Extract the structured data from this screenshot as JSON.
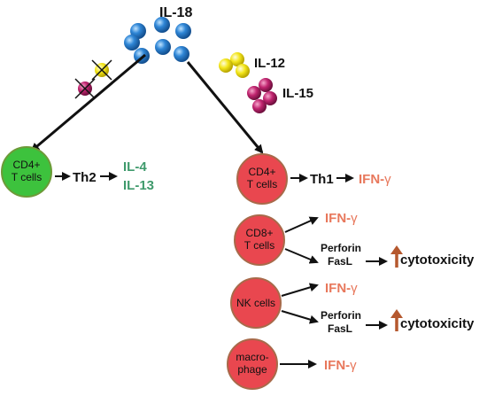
{
  "cytokines": {
    "il18": "IL-18",
    "il12": "IL-12",
    "il15": "IL-15"
  },
  "left_branch": {
    "cell_line1": "CD4+",
    "cell_line2": "T cells",
    "th2": "Th2",
    "out1": "IL-4",
    "out2": "IL-13"
  },
  "right_branch": {
    "cd4": {
      "line1": "CD4+",
      "line2": "T cells",
      "th1": "Th1",
      "ifn_prefix": "IFN-",
      "ifn_suffix": "γ"
    },
    "cd8": {
      "line1": "CD8+",
      "line2": "T cells",
      "ifn_prefix": "IFN-",
      "ifn_suffix": "γ",
      "perforin": "Perforin",
      "fasl": "FasL",
      "cyto": "cytotoxicity"
    },
    "nk": {
      "line1": "NK cells",
      "ifn_prefix": "IFN-",
      "ifn_suffix": "γ",
      "perforin": "Perforin",
      "fasl": "FasL",
      "cyto": "cytotoxicity"
    },
    "macro": {
      "line1": "macro-",
      "line2": "phage",
      "ifn_prefix": "IFN-",
      "ifn_suffix": "γ"
    }
  },
  "colors": {
    "il18_ball": "#2f86d6",
    "il12_ball": "#f3e61b",
    "il15_ball": "#c0246f",
    "green_cell": "#3dc23d",
    "red_cell": "#e9474f",
    "red_cell_border": "#a86a4a",
    "green_text": "#3f9a6c",
    "ifn_text": "#e8785c",
    "up_arrow": "#b5582e"
  }
}
